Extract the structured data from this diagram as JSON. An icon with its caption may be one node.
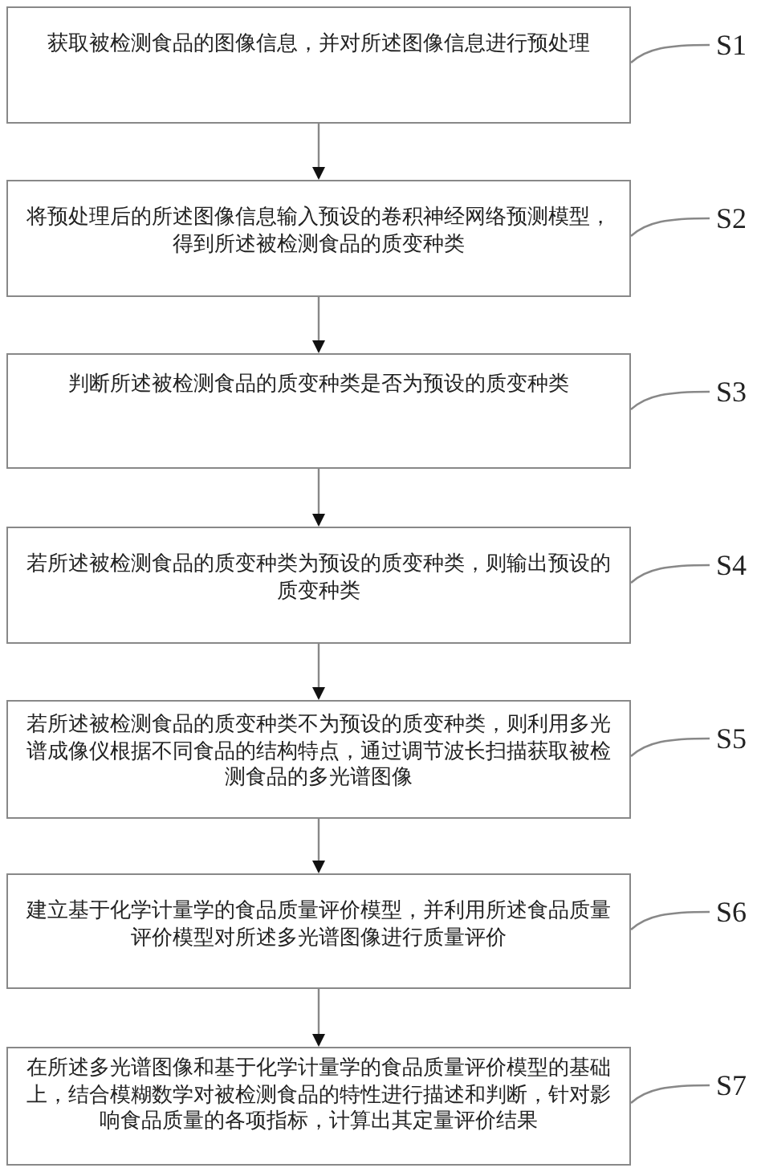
{
  "diagram": {
    "nodes": [
      {
        "text": [
          "获取被检测食品的图像信息，并对所述图像信息进行预处理"
        ]
      },
      {
        "text": [
          "将预处理后的所述图像信息输入预设的卷积神经网络预测模型，得到所述被检测食品的质变种类"
        ]
      },
      {
        "text": [
          "判断所述被检测食品的质变种类是否为预设的质变种类"
        ]
      },
      {
        "text": [
          "若所述被检测食品的质变种类为预设的质变种类，则输出预设的质变种类"
        ]
      },
      {
        "text": [
          "若所述被检测食品的质变种类不为预设的质变种类，则利用多光谱成像仪根据不同食品的结构特点，通过调节波长扫描获取被检测食品的多光谱图像"
        ]
      },
      {
        "text": [
          "建立基于化学计量学的食品质量评价模型，并利用所述食品质量评价模型对所述多光谱图像进行质量评价"
        ]
      },
      {
        "text": [
          "在所述多光谱图像和基于化学计量学的食品质量评价模型的基础上，结合模糊数学对被检测食品的特性进行描述和判断，针对影响食品质量的各项指标，计算出其定量评价结果"
        ]
      },
      {
        "text": [
          "S1"
        ]
      },
      {
        "text": [
          "S2"
        ]
      },
      {
        "text": [
          "S3"
        ]
      },
      {
        "text": [
          "S4"
        ]
      },
      {
        "text": [
          "S5"
        ]
      },
      {
        "text": [
          "S6"
        ]
      },
      {
        "text": [
          "S7"
        ]
      }
    ],
    "edges": [
      {
        "from": 0,
        "to": 1,
        "arrow": "to"
      },
      {
        "from": 1,
        "to": 2,
        "arrow": "to"
      },
      {
        "from": 2,
        "to": 3,
        "arrow": "to"
      },
      {
        "from": 3,
        "to": 4,
        "arrow": "to"
      },
      {
        "from": 4,
        "to": 5,
        "arrow": "to"
      },
      {
        "from": 5,
        "to": 6,
        "arrow": "to"
      },
      {
        "from": 7,
        "to": 0,
        "arrow": "none"
      },
      {
        "from": 8,
        "to": 1,
        "arrow": "none"
      },
      {
        "from": 9,
        "to": 2,
        "arrow": "none"
      },
      {
        "from": 10,
        "to": 3,
        "arrow": "none"
      },
      {
        "from": 11,
        "to": 4,
        "arrow": "none"
      },
      {
        "from": 12,
        "to": 5,
        "arrow": "none"
      },
      {
        "from": 13,
        "to": 6,
        "arrow": "none"
      }
    ]
  }
}
